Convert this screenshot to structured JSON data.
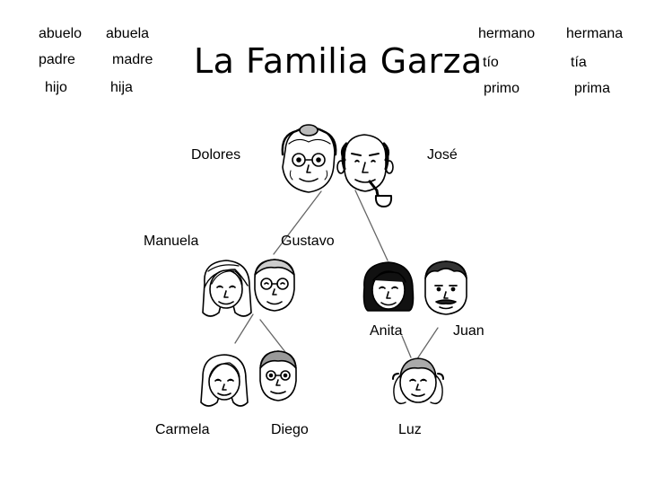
{
  "title": "La Familia Garza",
  "vocabulary_left": {
    "row1": [
      "abuelo",
      "abuela"
    ],
    "row2": [
      "padre",
      "madre"
    ],
    "row3": [
      "hijo",
      "hija"
    ]
  },
  "vocabulary_right": {
    "row1": [
      "hermano",
      "hermana"
    ],
    "row2": [
      "tío",
      "tía"
    ],
    "row3": [
      "primo",
      "prima"
    ]
  },
  "family": {
    "dolores": "Dolores",
    "jose": "José",
    "manuela": "Manuela",
    "gustavo": "Gustavo",
    "anita": "Anita",
    "juan": "Juan",
    "carmela": "Carmela",
    "diego": "Diego",
    "luz": "Luz"
  }
}
